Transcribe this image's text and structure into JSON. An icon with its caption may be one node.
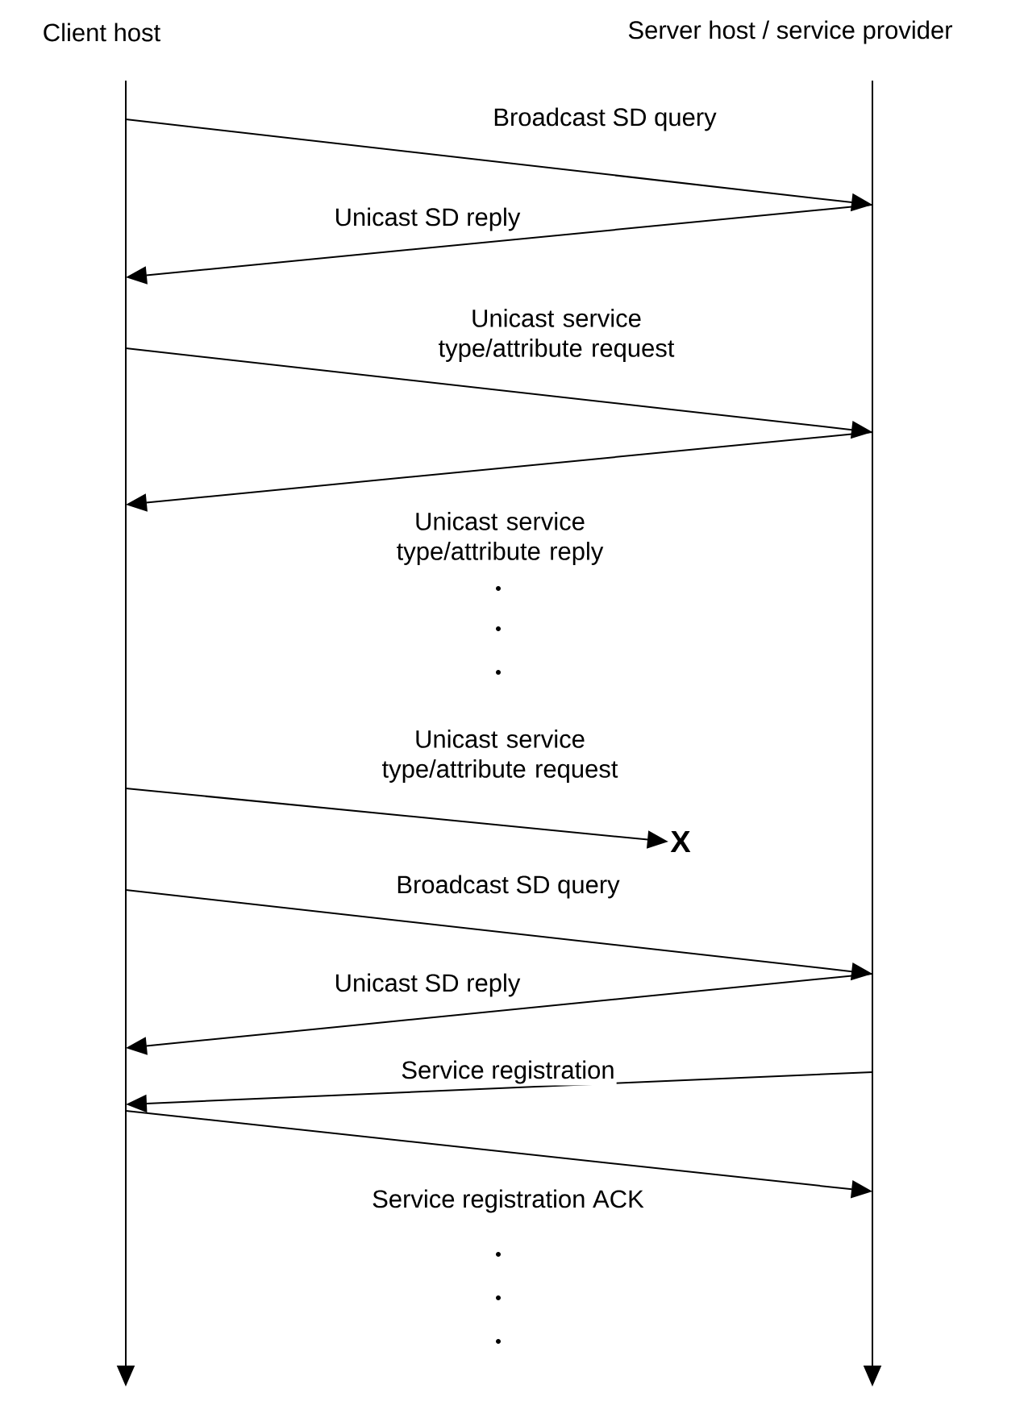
{
  "diagram": {
    "nodes": [
      {
        "text": [],
        "shape": "line",
        "beside": [
          "Client host"
        ]
      },
      {
        "text": [],
        "shape": "line",
        "beside": [
          "Server host / service provider"
        ]
      },
      {
        "text": [
          "X"
        ]
      }
    ],
    "edges": [
      {
        "from": 0,
        "to": 1,
        "arrow": "to",
        "label": "Broadcast SD query"
      },
      {
        "from": 1,
        "to": 0,
        "arrow": "to",
        "label": "Unicast SD reply"
      },
      {
        "from": 0,
        "to": 1,
        "arrow": "to",
        "label": "Unicast service type/attribute request"
      },
      {
        "from": 1,
        "to": 0,
        "arrow": "to",
        "label": "Unicast service type/attribute reply"
      },
      {
        "from": 0,
        "to": 2,
        "arrow": "to",
        "label": "Unicast service type/attribute request"
      },
      {
        "from": 0,
        "to": 1,
        "arrow": "to",
        "label": "Broadcast SD query"
      },
      {
        "from": 1,
        "to": 0,
        "arrow": "to",
        "label": "Unicast SD reply"
      },
      {
        "from": 1,
        "to": 0,
        "arrow": "to",
        "label": "Service registration"
      },
      {
        "from": 0,
        "to": 1,
        "arrow": "to",
        "label": "Service registration ACK"
      }
    ]
  }
}
